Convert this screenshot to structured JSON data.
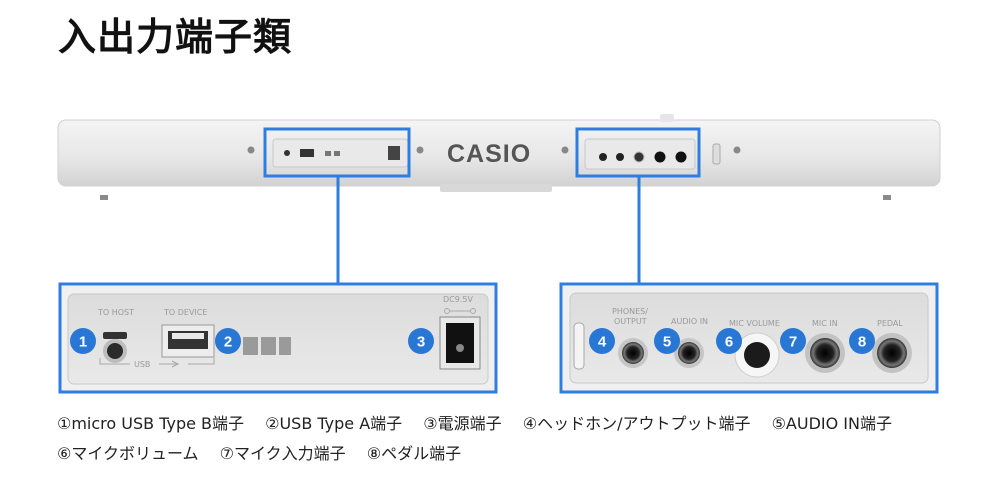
{
  "title": "入出力端子類",
  "brand_logo": "CASIO",
  "left_panel": {
    "to_host": "TO HOST",
    "to_device": "TO DEVICE",
    "usb": "USB",
    "dc": "DC9.5V"
  },
  "right_panel": {
    "phones_1": "PHONES/",
    "phones_2": "OUTPUT",
    "audio_in": "AUDIO IN",
    "mic_volume": "MIC VOLUME",
    "mic_in": "MIC IN",
    "pedal": "PEDAL"
  },
  "badges": [
    "1",
    "2",
    "3",
    "4",
    "5",
    "6",
    "7",
    "8"
  ],
  "captions": {
    "row1": [
      "①micro USB Type B端子",
      "②USB Type A端子",
      "③電源端子",
      "④ヘッドホン/アウトプット端子",
      "⑤AUDIO IN端子"
    ],
    "row2": [
      "⑥マイクボリューム",
      "⑦マイク入力端子",
      "⑧ペダル端子"
    ]
  },
  "colors": {
    "highlight": "#2f7de0",
    "badge": "#2877d4",
    "body": "#ececec"
  }
}
